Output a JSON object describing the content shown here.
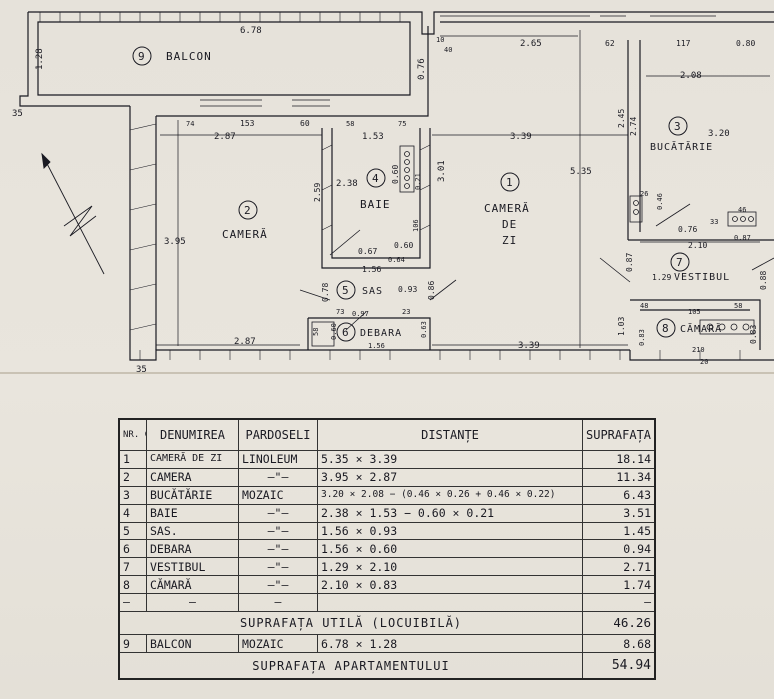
{
  "plan": {
    "dimensions": {
      "balcon_width": "6.78",
      "balcon_height": "1.28",
      "d_035_top": "35",
      "d_035_bottom": "35",
      "d_10": "10",
      "d_40": "40",
      "d_076": "0.76",
      "d_265": "2.65",
      "d_62": "62",
      "d_117": "117",
      "d_080": "0.80",
      "d_208": "2.08",
      "d_74": "74",
      "d_153": "153",
      "d_60a": "60",
      "d_58a": "58",
      "d_75": "75",
      "d_287_top": "2.87",
      "d_153b": "1.53",
      "d_339_top": "3.39",
      "d_301": "3.01",
      "d_535": "5.35",
      "d_245": "2.45",
      "d_274": "2.74",
      "d_320": "3.20",
      "d_395": "3.95",
      "d_259": "2.59",
      "d_238": "2.38",
      "d_060_baie": "0.60",
      "d_021": "0.21",
      "d_106": "106",
      "d_067": "0.67",
      "d_060b": "0.60",
      "d_064": "0.64",
      "d_156": "1.56",
      "d_026": "26",
      "d_046k": "0.46",
      "d_46": "46",
      "d_33": "33",
      "d_076k": "0.76",
      "d_087k": "0.87",
      "d_210": "2.10",
      "d_087v": "0.87",
      "d_129": "1.29",
      "d_088": "0.88",
      "d_078": "0.78",
      "d_093": "0.93",
      "d_086": "0.86",
      "d_097": "0.97",
      "d_73": "73",
      "d_23": "23",
      "d_58b": "58",
      "d_060d": "0.60",
      "d_063": "0.63",
      "d_156d": "1.56",
      "d_287_bottom": "2.87",
      "d_339_bottom": "3.39",
      "d_48": "48",
      "d_105": "105",
      "d_58c": "58",
      "d_103": "1.03",
      "d_083c": "0.83",
      "d_083d": "0.83",
      "d_210c": "210",
      "d_20": "20"
    },
    "rooms": [
      {
        "num": "9",
        "name": "BALCON"
      },
      {
        "num": "2",
        "name": "CAMERĂ"
      },
      {
        "num": "4",
        "name": "BAIE"
      },
      {
        "num": "1",
        "name": "CAMERĂ",
        "line2": "DE",
        "line3": "ZI"
      },
      {
        "num": "3",
        "name": "BUCĂTĂRIE"
      },
      {
        "num": "7",
        "name": "VESTIBUL"
      },
      {
        "num": "5",
        "name": "SAS"
      },
      {
        "num": "6",
        "name": "DEBARA"
      },
      {
        "num": "8",
        "name": "CĂMARĂ"
      }
    ]
  },
  "table": {
    "headers": {
      "nr": "NR. CRT.",
      "name": "DENUMIREA",
      "floor": "PARDOSELI",
      "dist": "DISTANȚE",
      "area": "SUPRAFAȚA"
    },
    "rows": [
      {
        "nr": "1",
        "name": "CAMERĂ DE ZI",
        "floor": "LINOLEUM",
        "dist": "5.35 × 3.39",
        "area": "18.14"
      },
      {
        "nr": "2",
        "name": "CAMERA",
        "floor": "—\"—",
        "dist": "3.95 × 2.87",
        "area": "11.34"
      },
      {
        "nr": "3",
        "name": "BUCĂTĂRIE",
        "floor": "MOZAIC",
        "dist": "3.20 × 2.08 − (0.46 × 0.26 + 0.46 × 0.22)",
        "area": "6.43"
      },
      {
        "nr": "4",
        "name": "BAIE",
        "floor": "—\"—",
        "dist": "2.38 × 1.53 − 0.60 × 0.21",
        "area": "3.51"
      },
      {
        "nr": "5",
        "name": "SAS.",
        "floor": "—\"—",
        "dist": "1.56 × 0.93",
        "area": "1.45"
      },
      {
        "nr": "6",
        "name": "DEBARA",
        "floor": "—\"—",
        "dist": "1.56 × 0.60",
        "area": "0.94"
      },
      {
        "nr": "7",
        "name": "VESTIBUL",
        "floor": "—\"—",
        "dist": "1.29 × 2.10",
        "area": "2.71"
      },
      {
        "nr": "8",
        "name": "CĂMARĂ",
        "floor": "—\"—",
        "dist": "2.10 × 0.83",
        "area": "1.74"
      },
      {
        "nr": "—",
        "name": "—",
        "floor": "—",
        "dist": "",
        "area": "—"
      }
    ],
    "useful_label": "SUPRAFAȚA UTILĂ (LOCUIBILĂ)",
    "useful_value": "46.26",
    "balcon_row": {
      "nr": "9",
      "name": "BALCON",
      "floor": "MOZAIC",
      "dist": "6.78 × 1.28",
      "area": "8.68"
    },
    "total_label": "SUPRAFAȚA APARTAMENTULUI",
    "total_value": "54.94"
  }
}
